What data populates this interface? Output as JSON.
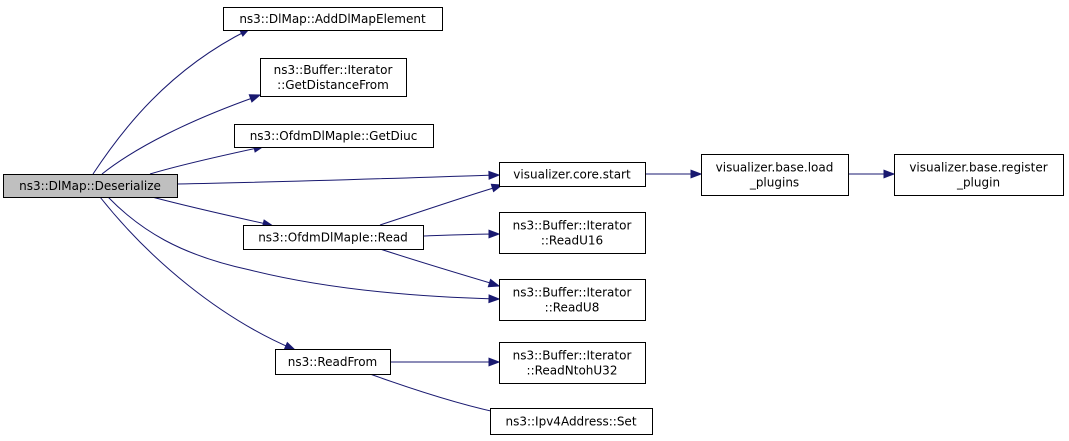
{
  "nodes": [
    {
      "id": "deserialize",
      "lines": [
        "ns3::DlMap::Deserialize"
      ],
      "root": true
    },
    {
      "id": "adddlmapelement",
      "lines": [
        "ns3::DlMap::AddDlMapElement"
      ]
    },
    {
      "id": "getdistancefrom",
      "lines": [
        "ns3::Buffer::Iterator",
        "::GetDistanceFrom"
      ]
    },
    {
      "id": "getdiuc",
      "lines": [
        "ns3::OfdmDlMapIe::GetDiuc"
      ]
    },
    {
      "id": "vis-core-start",
      "lines": [
        "visualizer.core.start"
      ]
    },
    {
      "id": "vis-load-plugins",
      "lines": [
        "visualizer.base.load",
        "_plugins"
      ]
    },
    {
      "id": "vis-register-plugin",
      "lines": [
        "visualizer.base.register",
        "_plugin"
      ]
    },
    {
      "id": "ofdm-read",
      "lines": [
        "ns3::OfdmDlMapIe::Read"
      ]
    },
    {
      "id": "readu16",
      "lines": [
        "ns3::Buffer::Iterator",
        "::ReadU16"
      ]
    },
    {
      "id": "readu8",
      "lines": [
        "ns3::Buffer::Iterator",
        "::ReadU8"
      ]
    },
    {
      "id": "readfrom",
      "lines": [
        "ns3::ReadFrom"
      ]
    },
    {
      "id": "readntohu32",
      "lines": [
        "ns3::Buffer::Iterator",
        "::ReadNtohU32"
      ]
    },
    {
      "id": "ipv4-set",
      "lines": [
        "ns3::Ipv4Address::Set"
      ]
    }
  ],
  "edges": [
    {
      "from": "deserialize",
      "to": "adddlmapelement"
    },
    {
      "from": "deserialize",
      "to": "getdistancefrom"
    },
    {
      "from": "deserialize",
      "to": "getdiuc"
    },
    {
      "from": "deserialize",
      "to": "vis-core-start"
    },
    {
      "from": "deserialize",
      "to": "ofdm-read"
    },
    {
      "from": "deserialize",
      "to": "readu8"
    },
    {
      "from": "deserialize",
      "to": "readfrom"
    },
    {
      "from": "vis-core-start",
      "to": "vis-load-plugins"
    },
    {
      "from": "vis-load-plugins",
      "to": "vis-register-plugin"
    },
    {
      "from": "ofdm-read",
      "to": "vis-core-start"
    },
    {
      "from": "ofdm-read",
      "to": "readu16"
    },
    {
      "from": "ofdm-read",
      "to": "readu8"
    },
    {
      "from": "readfrom",
      "to": "readntohu32"
    },
    {
      "from": "readfrom",
      "to": "ipv4-set"
    }
  ],
  "colors": {
    "edge": "#191970",
    "root_fill": "#bfbfbf",
    "node_fill": "#ffffff",
    "node_border": "#000000"
  }
}
